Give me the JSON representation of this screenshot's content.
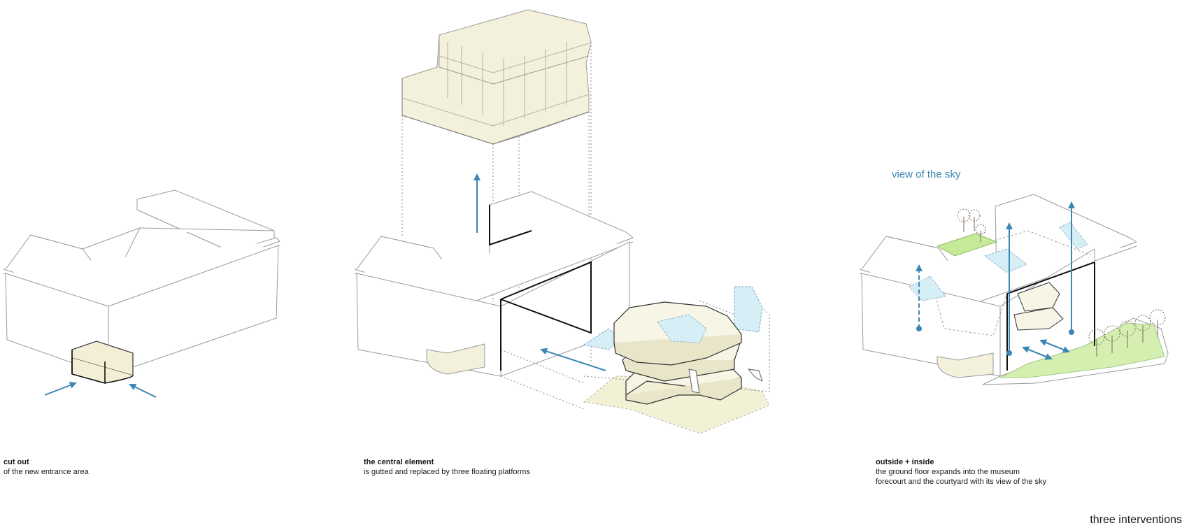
{
  "sky_label": "view of the sky",
  "footer_title": "three interventions",
  "interventions": [
    {
      "title": "cut out",
      "lines": [
        "of the new entrance area"
      ]
    },
    {
      "title": "the central element",
      "lines": [
        "is gutted and replaced by three floating platforms"
      ]
    },
    {
      "title": "outside + inside",
      "lines": [
        "the ground floor expands into the museum",
        "forecourt and the courtyard with its  view of the sky"
      ]
    }
  ],
  "colors": {
    "arrow": "#3c86b4",
    "platform": "#f5f3e0",
    "glass": "#d6eef6",
    "green": "#c7ea9a",
    "line": "#9a9a9a"
  }
}
